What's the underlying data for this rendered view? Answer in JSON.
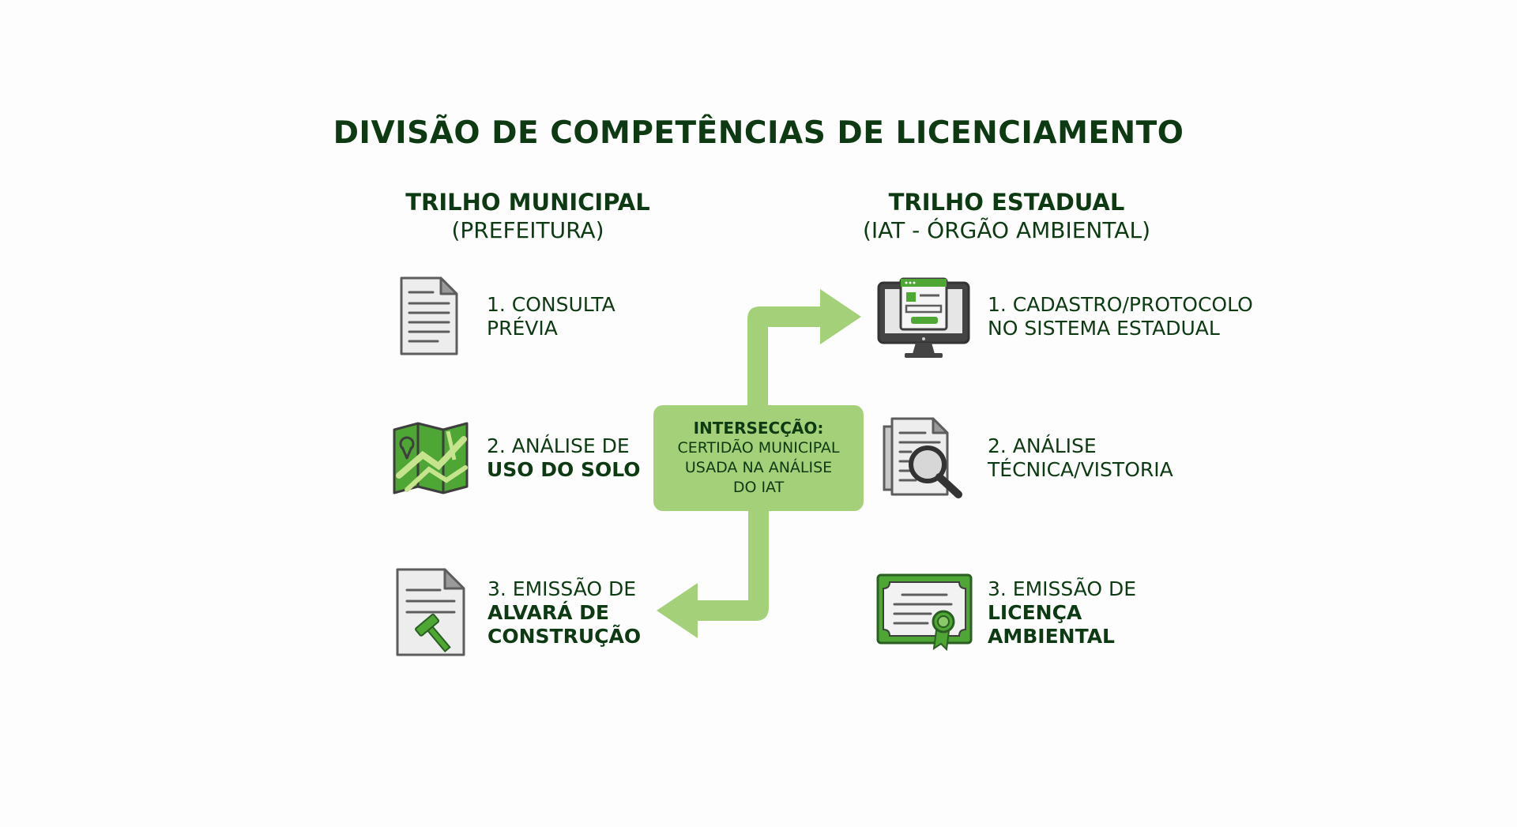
{
  "title": "DIVISÃO DE COMPETÊNCIAS DE LICENCIAMENTO",
  "municipal": {
    "heading": "TRILHO MUNICIPAL",
    "subheading": "(PREFEITURA)",
    "steps": [
      {
        "icon": "document-icon",
        "line1": "1. CONSULTA",
        "line2": "PRÉVIA",
        "line3": ""
      },
      {
        "icon": "map-icon",
        "line1": "2. ANÁLISE DE",
        "line2": "USO DO SOLO",
        "line3": ""
      },
      {
        "icon": "permit-hammer-icon",
        "line1": "3. EMISSÃO DE",
        "line2": "ALVARÁ DE",
        "line3": "CONSTRUÇÃO"
      }
    ]
  },
  "state": {
    "heading": "TRILHO ESTADUAL",
    "subheading": "(IAT - ÓRGÃO AMBIENTAL)",
    "steps": [
      {
        "icon": "computer-monitor-icon",
        "line1": "1. CADASTRO/PROTOCOLO",
        "line2": "NO SISTEMA ESTADUAL",
        "line3": ""
      },
      {
        "icon": "magnifier-document-icon",
        "line1": "2. ANÁLISE",
        "line2": "TÉCNICA/VISTORIA",
        "line3": ""
      },
      {
        "icon": "certificate-icon",
        "line1": "3. EMISSÃO DE",
        "line2": "LICENÇA",
        "line3": "AMBIENTAL"
      }
    ]
  },
  "intersection": {
    "heading": "INTERSECÇÃO:",
    "line1": "CERTIDÃO MUNICIPAL",
    "line2": "USADA NA ANÁLISE",
    "line3": "DO IAT"
  },
  "colors": {
    "dark_green": "#0d3a12",
    "accent_green": "#4ea635",
    "light_green": "#a4d07a",
    "gray": "#5d5d5d"
  }
}
